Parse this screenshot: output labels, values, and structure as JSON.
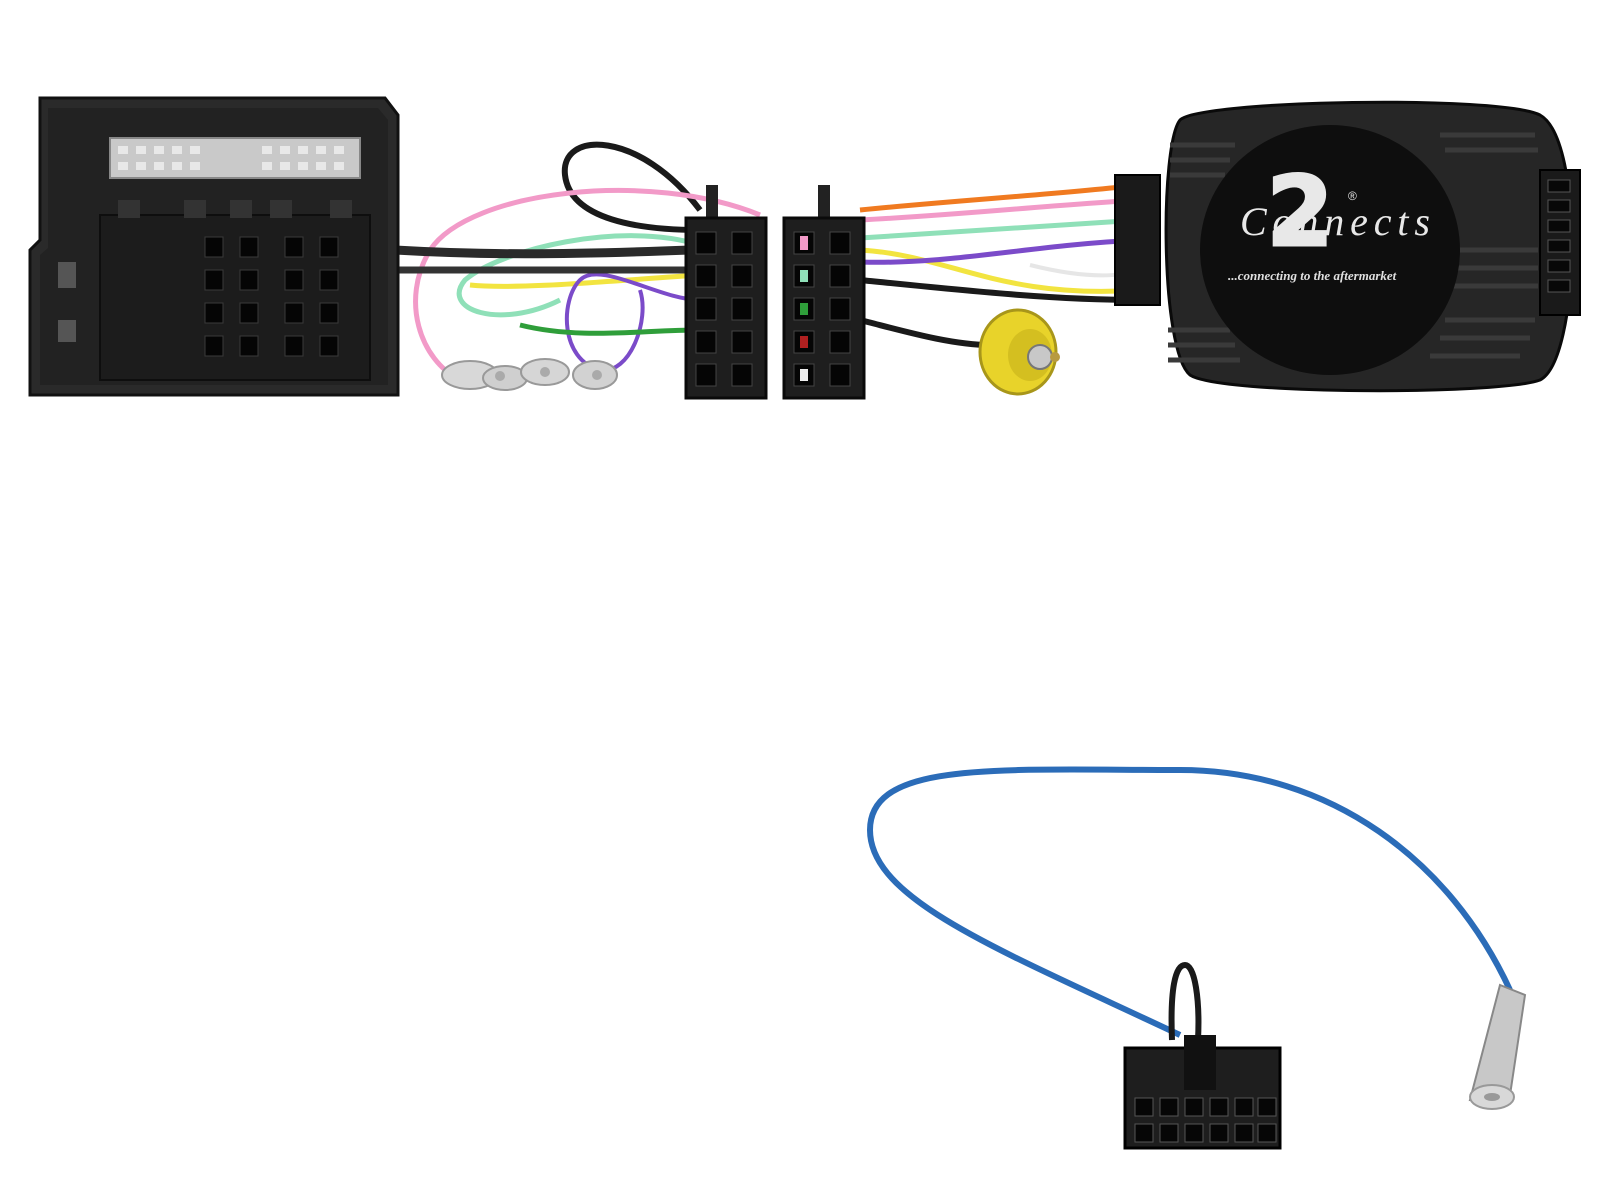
{
  "logo": {
    "numeral": "2",
    "brand": "Connects",
    "registered": "®",
    "tagline": "...connecting to the aftermarket"
  },
  "wire_colors": {
    "black": "#1a1a1a",
    "pink": "#f29ac8",
    "light_green": "#8fe0b8",
    "green": "#2f9e3a",
    "yellow": "#f2e440",
    "purple": "#7b4bc9",
    "orange": "#f07a20",
    "blue": "#2b6cb8",
    "white": "#f0f0f0",
    "rca_yellow": "#e8d32a"
  },
  "components": {
    "quadlock_connector": "quadlock-connector",
    "iso_connector": "iso-connector",
    "rca_plug": "rca-plug",
    "interface_box": "interface-box",
    "patch_lead": "patch-lead",
    "molex_plug": "molex-plug",
    "antenna_plug": "antenna-plug"
  }
}
